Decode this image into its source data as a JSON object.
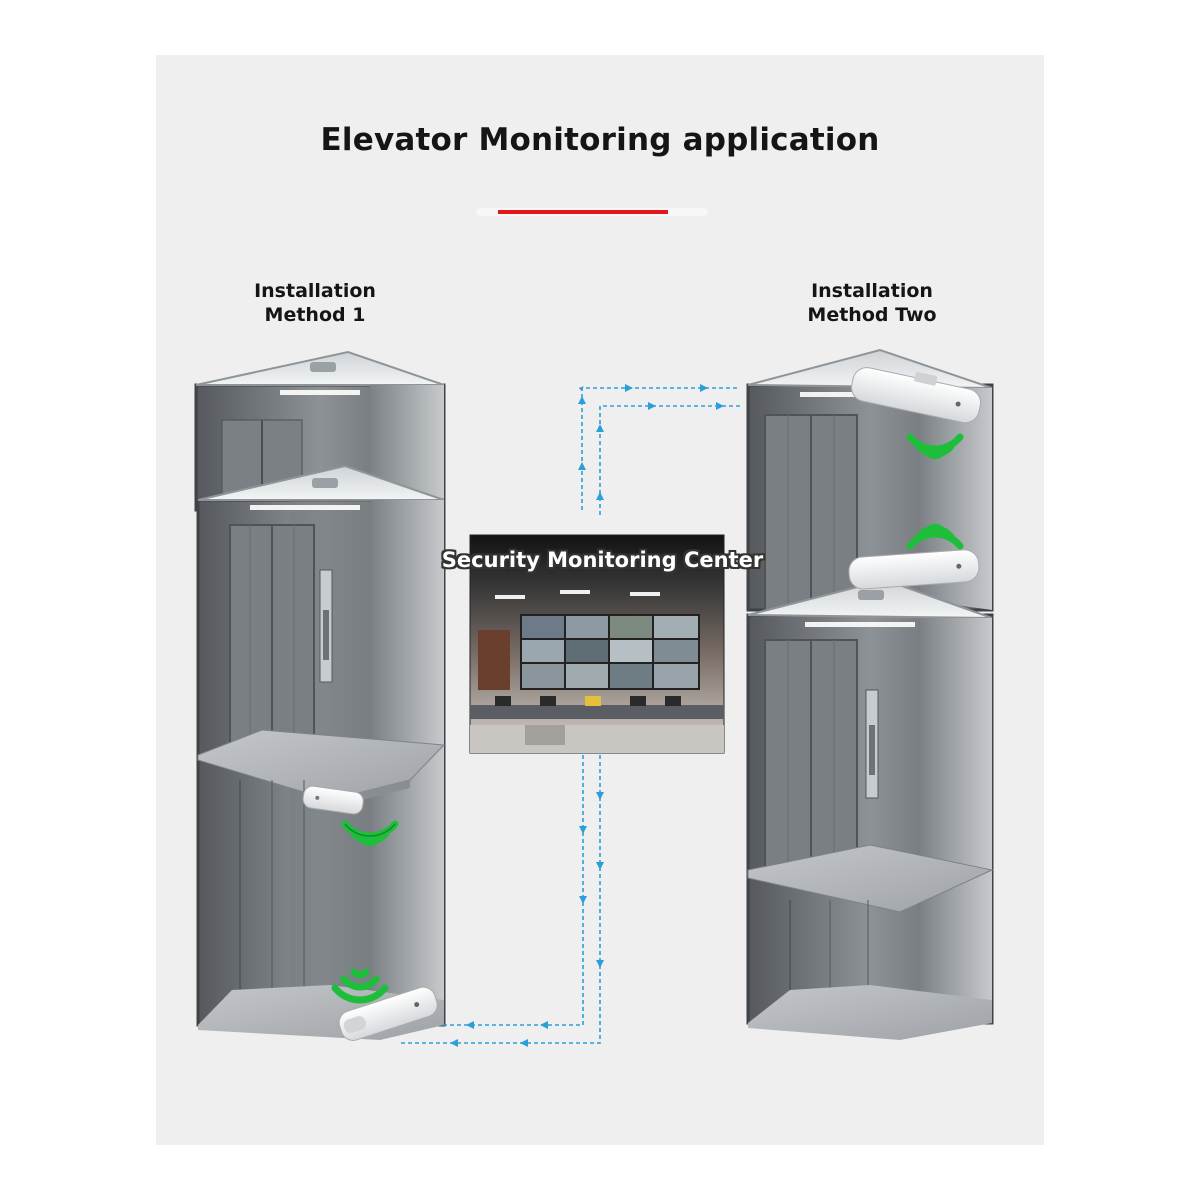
{
  "title": "Elevator Monitoring application",
  "method_one": {
    "line1": "Installation",
    "line2": "Method 1"
  },
  "method_two": {
    "line1": "Installation",
    "line2": "Method Two"
  },
  "monitoring_center": {
    "label": "Security Monitoring Center"
  },
  "colors": {
    "accent_red": "#e3161d",
    "link_blue": "#2a9fd8",
    "signal_green": "#1dbf3a",
    "cabin_metal": "#6f7478"
  },
  "icons": [
    "wifi-signal-icon",
    "wireless-bridge-device-icon",
    "arrow-right-icon",
    "arrow-left-icon",
    "arrow-up-icon",
    "arrow-down-icon"
  ]
}
